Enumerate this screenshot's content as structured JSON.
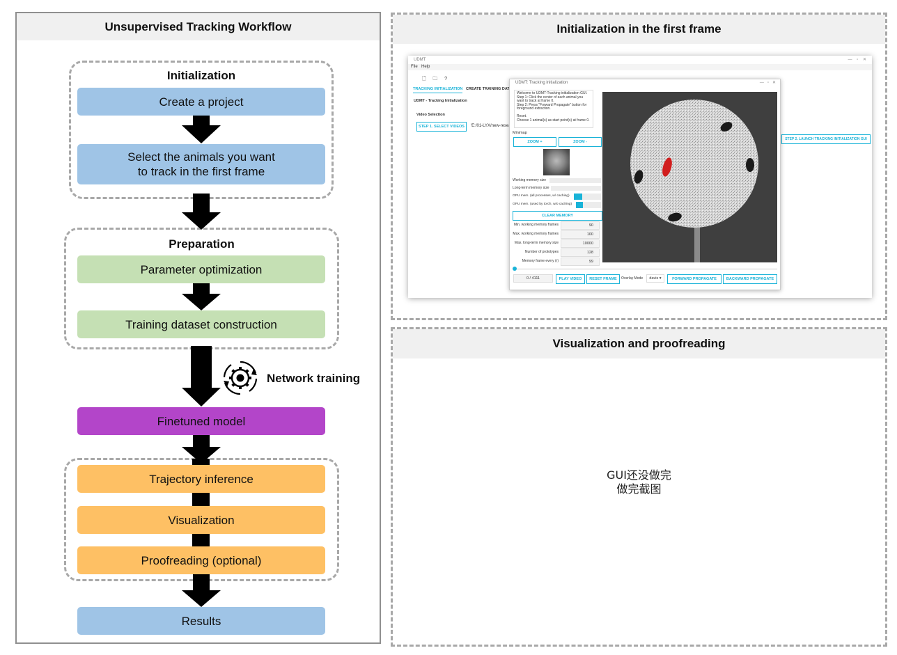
{
  "left_panel": {
    "title": "Unsupervised Tracking Workflow",
    "initialization": {
      "title": "Initialization",
      "steps": [
        "Create a project",
        "Select the animals you want to track in the first frame"
      ]
    },
    "preparation": {
      "title": "Preparation",
      "steps": [
        "Parameter optimization",
        "Training dataset construction"
      ]
    },
    "network_training_label": "Network training",
    "finetuned_model": "Finetuned model",
    "inference_steps": [
      "Trajectory inference",
      "Visualization",
      "Proofreading (optional)"
    ],
    "results": "Results",
    "colors": {
      "blue": "#9fc4e6",
      "green": "#c5e0b4",
      "purple": "#b345c9",
      "orange": "#fec064",
      "arrow": "#000000",
      "dashed_border": "#a8a8a8"
    }
  },
  "init_panel": {
    "title": "Initialization in the first frame",
    "screenshot": {
      "app_title": "UDMT",
      "menu": [
        "File",
        "Help"
      ],
      "tabs": [
        "TRACKING INITIALIZATION",
        "CREATE TRAINING DATASET"
      ],
      "section_title": "UDMT - Tracking Initialization",
      "video_selection_label": "Video Selection",
      "step1_button": "STEP 1. SELECT VIDEOS",
      "path_text": "'E:/01-LYX/new-research/",
      "step2_button": "STEP 2. LAUNCH TRACKING INITIALIZATION GUI",
      "dialog": {
        "title": "UDMT: Tracking initialization",
        "instructions": [
          "Welcome to UDMT-Tracking initialization GUI.",
          "Step 1: Click the center of each animal you",
          "want to track at frame 0.",
          "Step 2: Press \"Forward Propagate\" button for",
          "foreground extraction.",
          "",
          "Reset.",
          "Choose 1 animal(s) as start point(s) at frame 0."
        ],
        "minimap_label": "Minimap",
        "zoom_in": "ZOOM +",
        "zoom_out": "ZOOM -",
        "memory_labels": [
          "Working memory size",
          "Long-term memory size",
          "GPU mem. (all processes, w/ caching)",
          "GPU mem. (used by torch, w/o caching)"
        ],
        "clear_memory": "CLEAR MEMORY",
        "params": [
          {
            "label": "Min. working memory frames",
            "value": "90"
          },
          {
            "label": "Max. working memory frames",
            "value": "100"
          },
          {
            "label": "Max. long-term memory size",
            "value": "10000"
          },
          {
            "label": "Number of prototypes",
            "value": "128"
          },
          {
            "label": "Memory frame every (r)",
            "value": "99"
          }
        ],
        "frame_counter": "0 /  4111",
        "play_video": "PLAY VIDEO",
        "reset_frame": "RESET FRAME",
        "overlay_mode_label": "Overlay Mode",
        "overlay_mode_value": "davis",
        "forward_propagate": "FORWARD PROPAGATE",
        "backward_propagate": "BACKWARD PROPAGATE"
      },
      "accent_color": "#19b3d8"
    }
  },
  "vis_panel": {
    "title": "Visualization and proofreading",
    "note_lines": [
      "GUI还没做完",
      "做完截图"
    ]
  }
}
